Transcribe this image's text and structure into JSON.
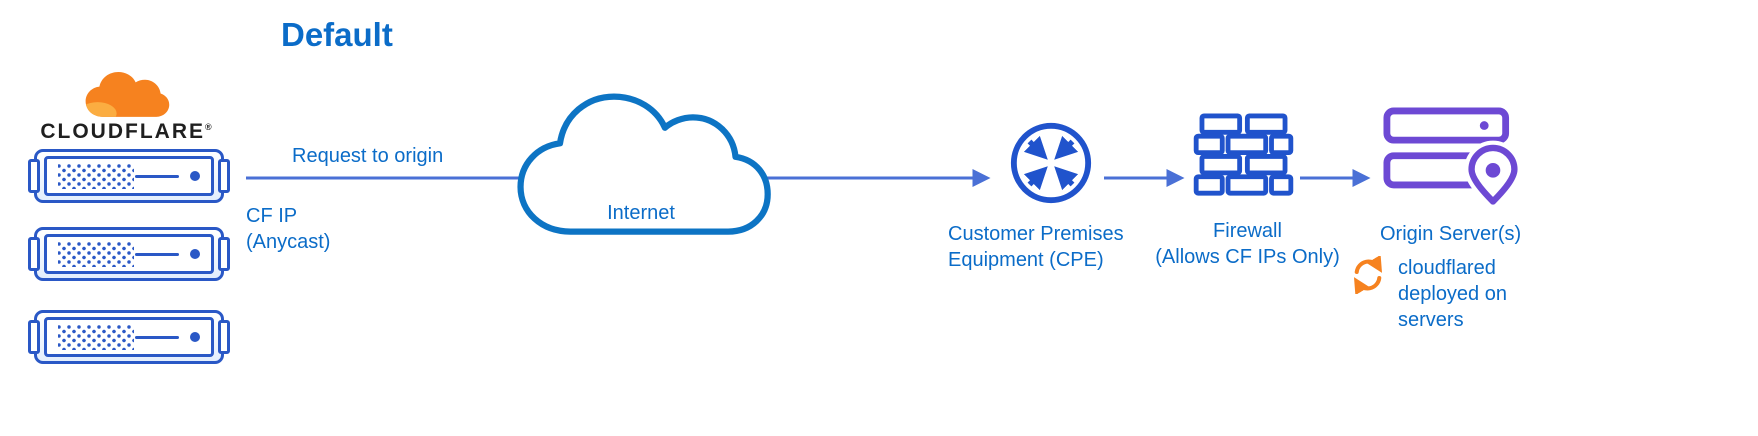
{
  "title": "Default",
  "colors": {
    "text_blue": "#0b6cc8",
    "icon_blue": "#2053cc",
    "arrow_blue": "#4a70d6",
    "cloud_outline_blue": "#0d74c4",
    "server_blue": "#2a58c6",
    "brand_orange": "#f6821f",
    "brand_orange_light": "#fbad41",
    "origin_purple": "#6d49d4",
    "logo_text": "#1f1f1f"
  },
  "logo": {
    "brand": "CLOUDFLARE",
    "reg": "®"
  },
  "flow": {
    "request_label": "Request to origin",
    "cf_ip_label": "CF IP\n(Anycast)"
  },
  "nodes": {
    "internet": {
      "label": "Internet"
    },
    "cpe": {
      "label": "Customer Premises\nEquipment (CPE)"
    },
    "firewall": {
      "label": "Firewall\n(Allows CF IPs Only)"
    },
    "origin": {
      "label": "Origin Server(s)"
    },
    "cloudflared": {
      "label": "cloudflared\ndeployed on\nservers"
    }
  }
}
